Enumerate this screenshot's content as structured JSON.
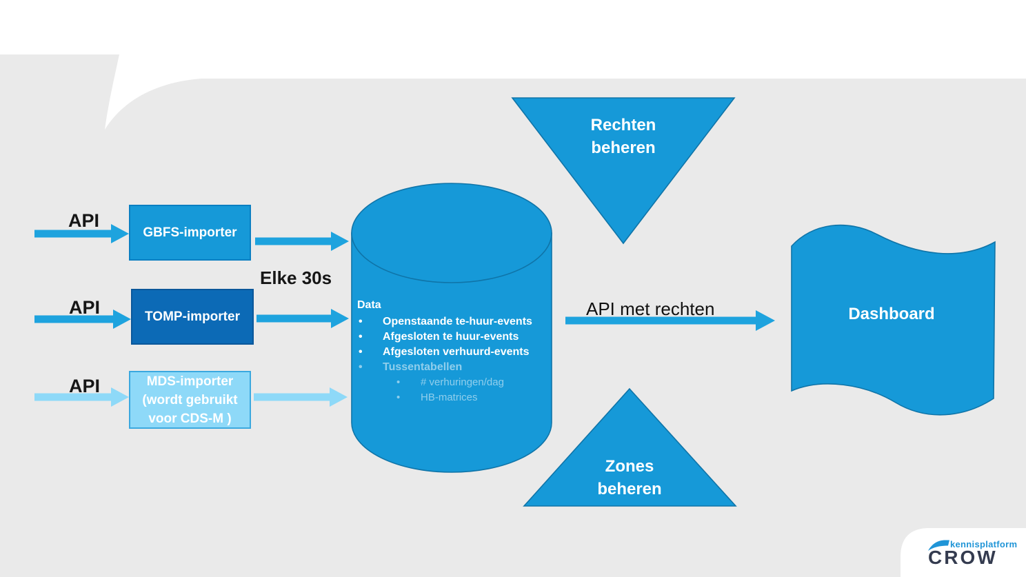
{
  "colors": {
    "shape_blue": "#1699d8",
    "shape_border": "#0f74a8",
    "dark_blue": "#0c6ab6",
    "light_blue": "#8ed9f8",
    "arrow_blue": "#1ea3de",
    "light_arrow_blue": "#8ed9f8",
    "background_gray": "#eaeaea",
    "text_dark": "#161616",
    "logo_navy": "#343b4f",
    "logo_blue": "#2095d7"
  },
  "left_flow": {
    "api_label": "API",
    "interval_label": "Elke 30s",
    "importers": [
      {
        "label": "GBFS-importer",
        "variant": "medium"
      },
      {
        "label": "TOMP-importer",
        "variant": "dark"
      },
      {
        "label": "MDS-importer (wordt gebruikt voor CDS-M )",
        "lines": [
          "MDS-importer",
          "(wordt gebruikt",
          "voor CDS-M )"
        ],
        "variant": "light"
      }
    ]
  },
  "database": {
    "title": "Data",
    "items": [
      "Openstaande te-huur-events",
      "Afgesloten te huur-events",
      "Afgesloten verhuurd-events"
    ],
    "faded_item": "Tussentabellen",
    "faded_subitems": [
      "# verhuringen/dag",
      "HB-matrices"
    ]
  },
  "actions": {
    "rechten": {
      "label": "Rechten beheren",
      "lines": [
        "Rechten",
        "beheren"
      ]
    },
    "zones": {
      "label": "Zones beheren",
      "lines": [
        "Zones",
        "beheren"
      ]
    }
  },
  "api_met_rechten_label": "API met rechten",
  "dashboard_label": "Dashboard",
  "logo": {
    "top": "kennisplatform",
    "main": "CROW"
  }
}
